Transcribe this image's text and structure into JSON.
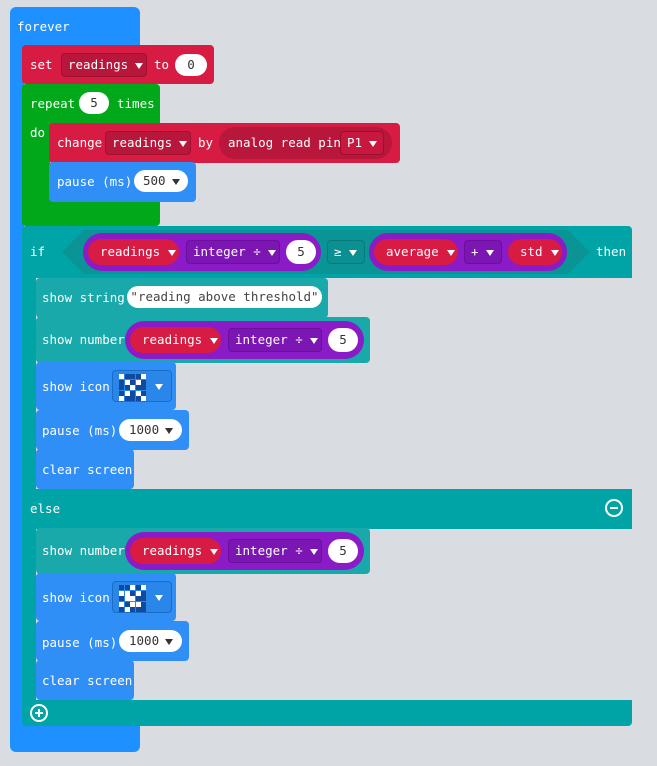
{
  "forever": {
    "label": "forever"
  },
  "set": {
    "label": "set",
    "variable": "readings",
    "to_label": "to",
    "value": "0"
  },
  "repeat": {
    "label": "repeat",
    "count": "5",
    "times_label": "times",
    "do_label": "do"
  },
  "change": {
    "label": "change",
    "variable": "readings",
    "by_label": "by",
    "reporter": "analog read pin",
    "pin": "P1"
  },
  "pause1": {
    "label": "pause (ms)",
    "value": "500"
  },
  "if": {
    "label": "if",
    "then_label": "then",
    "left": {
      "variable": "readings",
      "op": "integer ÷",
      "value": "5"
    },
    "compare": "≥",
    "right": {
      "left": "average",
      "op": "+",
      "right": "std"
    }
  },
  "show_string": {
    "label": "show string",
    "value": "reading above threshold"
  },
  "show_number1": {
    "label": "show number",
    "variable": "readings",
    "op": "integer ÷",
    "value": "5"
  },
  "show_icon1": {
    "label": "show icon"
  },
  "pause2": {
    "label": "pause (ms)",
    "value": "1000"
  },
  "clear1": {
    "label": "clear screen"
  },
  "else": {
    "label": "else"
  },
  "show_number2": {
    "label": "show number",
    "variable": "readings",
    "op": "integer ÷",
    "value": "5"
  },
  "show_icon2": {
    "label": "show icon"
  },
  "pause3": {
    "label": "pause (ms)",
    "value": "1000"
  },
  "clear2": {
    "label": "clear screen"
  },
  "colors": {
    "loops": "#1e90ff",
    "variables": "#d81b43",
    "repeat": "#00a81a",
    "logic": "#00a4a6",
    "math": "#8a1bc6"
  },
  "icons": {
    "icon1": "led-x-pattern-icon",
    "icon2": "led-checker-pattern-icon",
    "else_toggle": "minus-circle-icon",
    "add_branch": "plus-circle-icon"
  }
}
